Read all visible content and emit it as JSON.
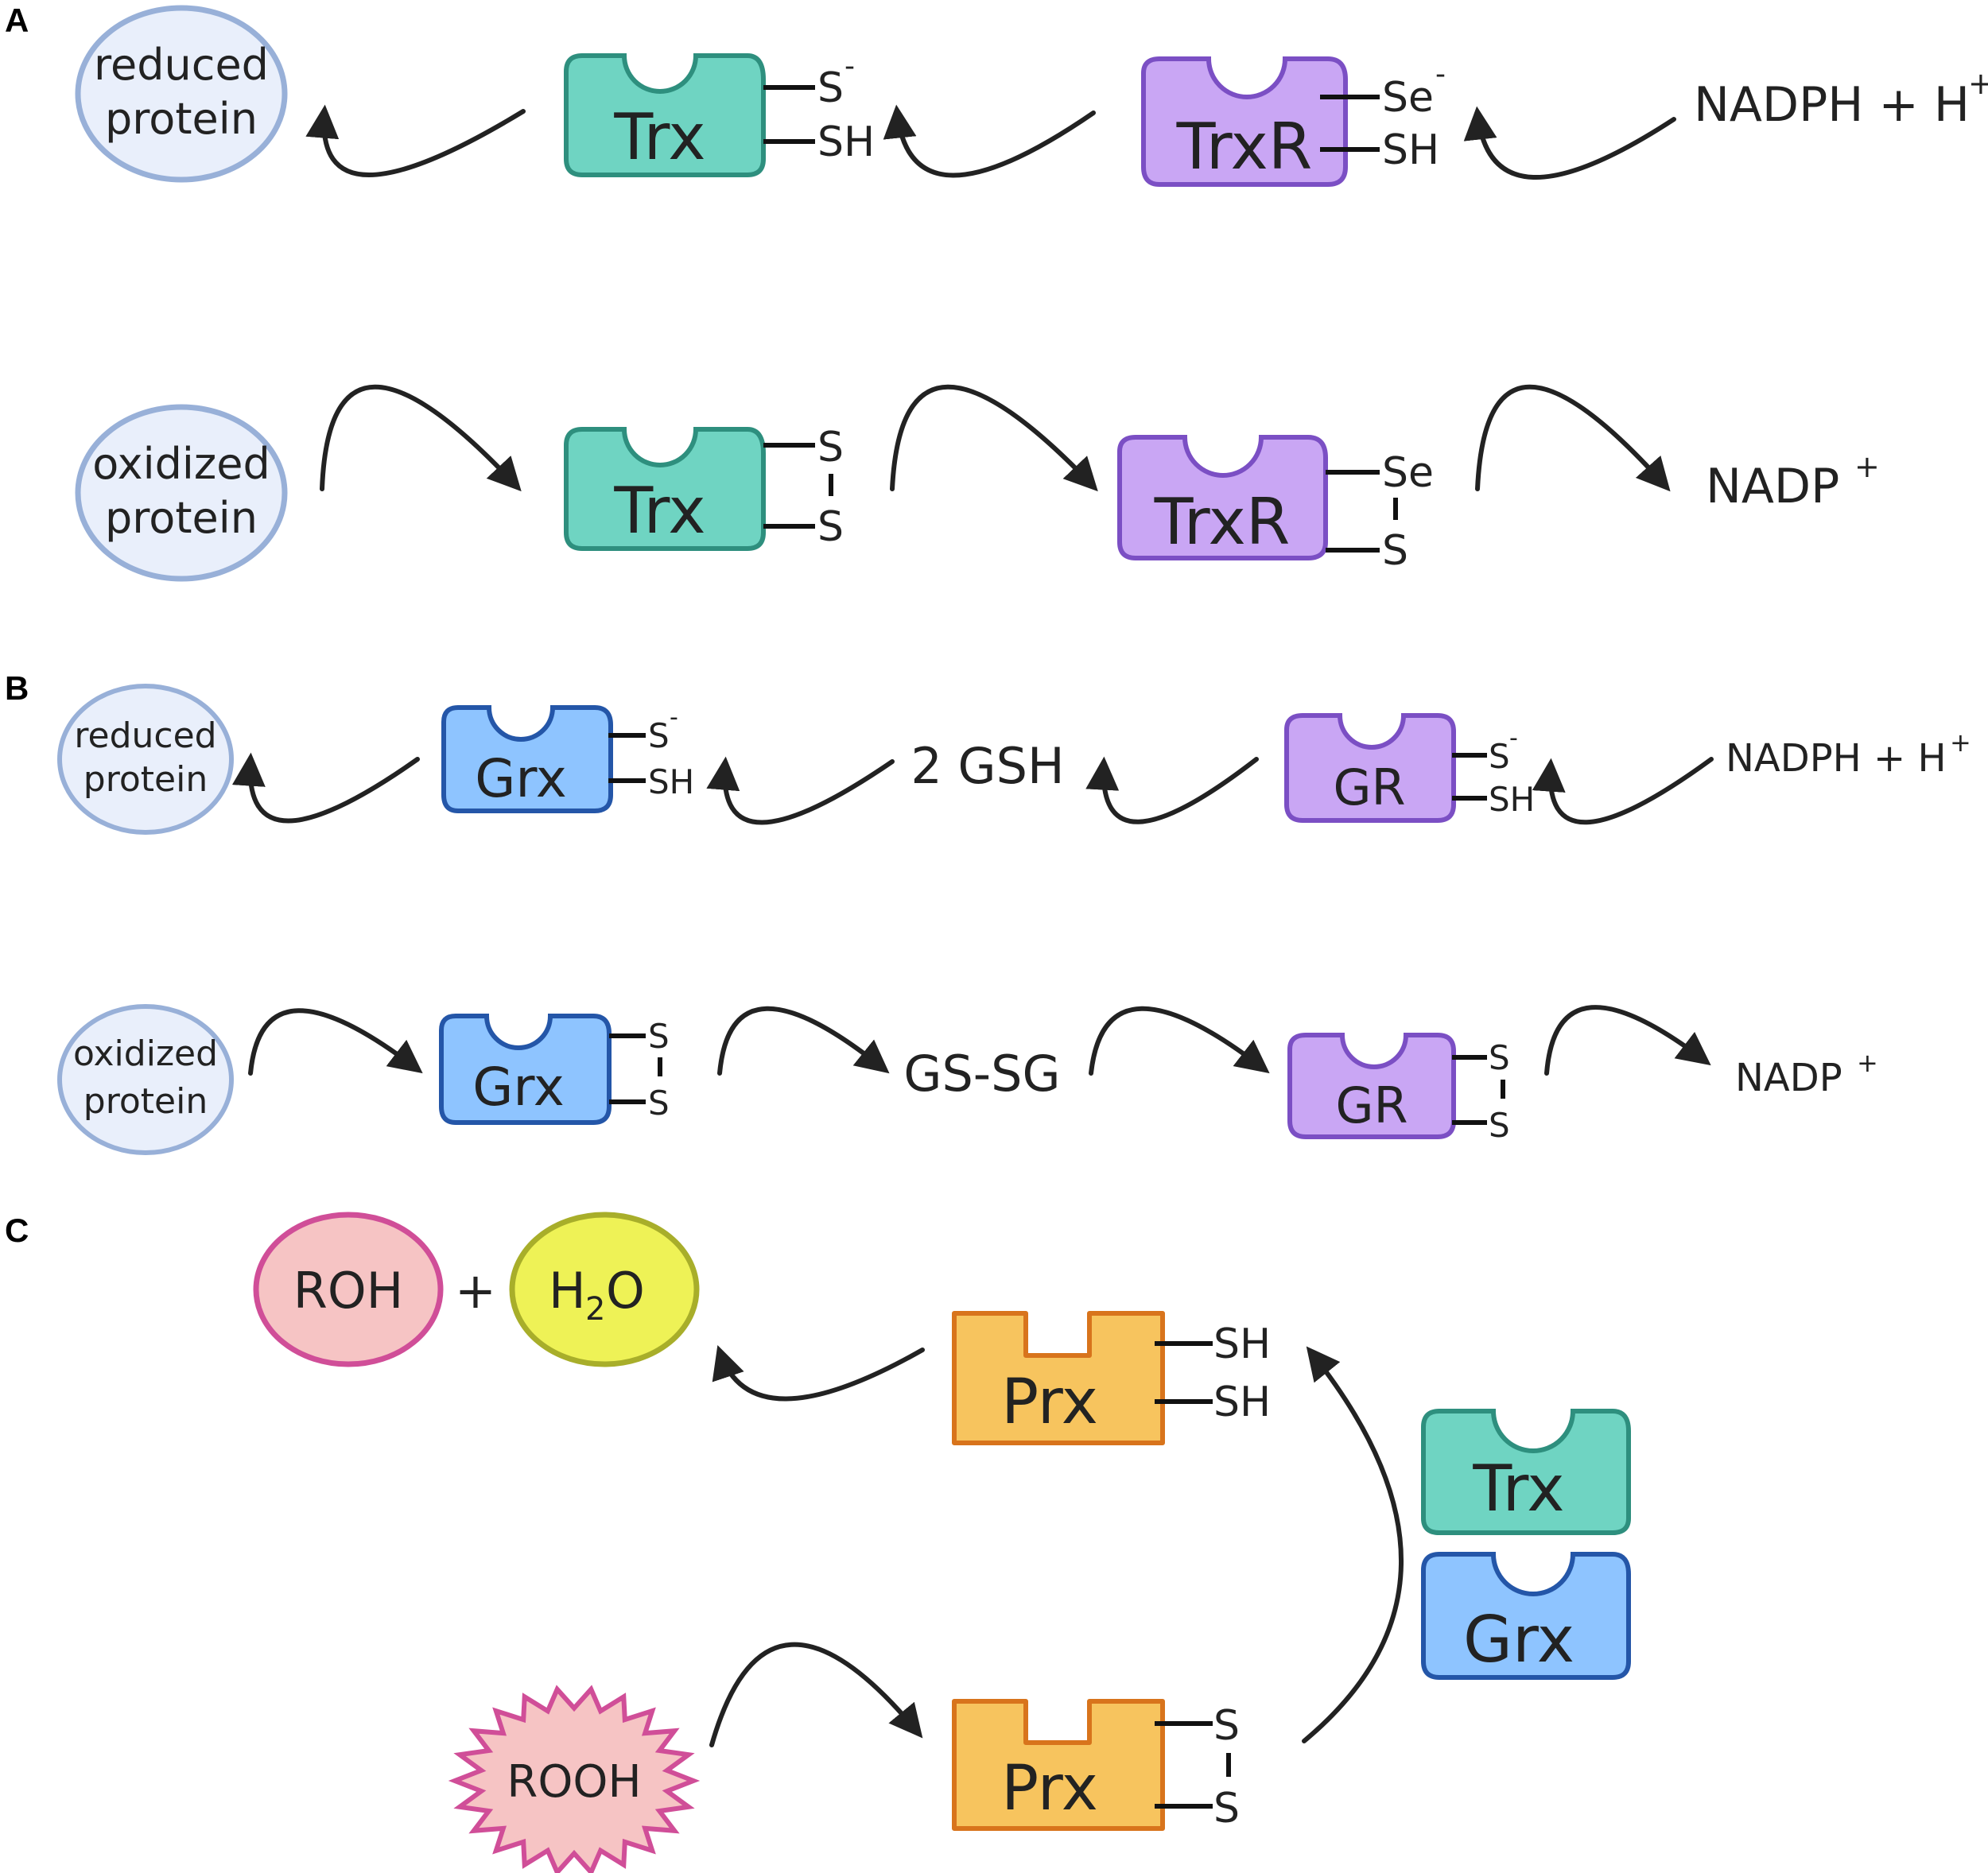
{
  "panels": {
    "a": "A",
    "b": "B",
    "c": "C"
  },
  "colors": {
    "trx_fill": "#6FD4C2",
    "trx_stroke": "#2E8F7E",
    "trxr_fill": "#C9A6F4",
    "trxr_stroke": "#7B4FC4",
    "grx_fill": "#8EC4FF",
    "grx_stroke": "#2456A8",
    "gr_fill": "#C9A6F4",
    "gr_stroke": "#7B4FC4",
    "prx_fill": "#F7C45E",
    "prx_stroke": "#D8741C",
    "protein_fill": "#E9EFFB",
    "protein_stroke": "#98B0D8",
    "roh_fill": "#F6C4C4",
    "roh_stroke": "#D04E98",
    "h2o_fill": "#EEF256",
    "h2o_stroke": "#A8AE2A",
    "rooh_fill": "#F6C4C4",
    "rooh_stroke": "#D04E98"
  },
  "panel_a": {
    "reduced_protein": [
      "reduced",
      "protein"
    ],
    "oxidized_protein": [
      "oxidized",
      "protein"
    ],
    "trx_top": {
      "name": "Trx",
      "site1": "S",
      "site1_sup": "-",
      "site2": "SH"
    },
    "trx_bottom": {
      "name": "Trx",
      "site1": "S",
      "site2": "S"
    },
    "trxr_top": {
      "name": "TrxR",
      "site1": "Se",
      "site1_sup": "-",
      "site2": "SH"
    },
    "trxr_bottom": {
      "name": "TrxR",
      "site1": "Se",
      "site2": "S"
    },
    "nadph": "NADPH + H",
    "nadph_sup": "+",
    "nadp": "NADP",
    "nadp_sup": "+"
  },
  "panel_b": {
    "reduced_protein": [
      "reduced",
      "protein"
    ],
    "oxidized_protein": [
      "oxidized",
      "protein"
    ],
    "grx_top": {
      "name": "Grx",
      "site1": "S",
      "site1_sup": "-",
      "site2": "SH"
    },
    "grx_bottom": {
      "name": "Grx",
      "site1": "S",
      "site2": "S"
    },
    "gsh": "2 GSH",
    "gssg": "GS-SG",
    "gr_top": {
      "name": "GR",
      "site1": "S",
      "site1_sup": "-",
      "site2": "SH"
    },
    "gr_bottom": {
      "name": "GR",
      "site1": "S",
      "site2": "S"
    },
    "nadph": "NADPH + H",
    "nadph_sup": "+",
    "nadp": "NADP",
    "nadp_sup": "+"
  },
  "panel_c": {
    "roh": "ROH",
    "plus": "+",
    "h2o": "H",
    "h2o_sub": "2",
    "h2o_end": "O",
    "prx_top": {
      "name": "Prx",
      "site1": "SH",
      "site2": "SH"
    },
    "prx_bottom": {
      "name": "Prx",
      "site1": "S",
      "site2": "S"
    },
    "rooh": "ROOH",
    "trx": "Trx",
    "grx": "Grx"
  }
}
